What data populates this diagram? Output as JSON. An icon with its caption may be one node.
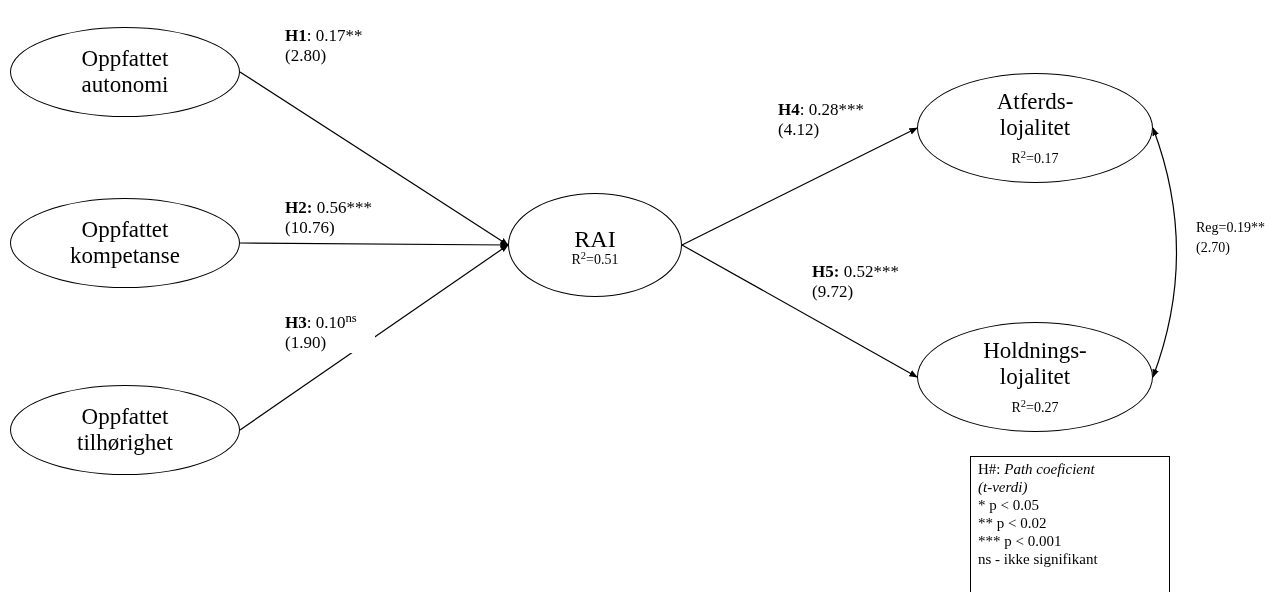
{
  "diagram": {
    "nodes": [
      {
        "text": [
          "Oppfattet autonomi"
        ]
      },
      {
        "text": [
          "Oppfattet kompetanse"
        ]
      },
      {
        "text": [
          "Oppfattet tilhørighet"
        ]
      },
      {
        "text": [
          "RAI",
          "R$^{2}$=0.51"
        ]
      },
      {
        "text": [
          "Atferds- lojalitet",
          "R$^{2}$=0.17"
        ]
      },
      {
        "text": [
          "Holdnings- lojalitet",
          "R$^{2}$=0.27"
        ]
      },
      {
        "text": [
          "H#: *Path coeficient (t-verdi)*",
          "* p < 0.05",
          "** p < 0.02",
          "*** p < 0.001",
          "ns - ikke signifikant"
        ]
      }
    ],
    "edges": [
      {
        "from": 0,
        "to": 3,
        "arrow": "to",
        "label": "**H1**: 0.17** (2.80)"
      },
      {
        "from": 1,
        "to": 3,
        "arrow": "to",
        "label": "**H2:** 0.56*** (10.76)"
      },
      {
        "from": 2,
        "to": 3,
        "arrow": "to",
        "label": "**H3**: 0.10$^{ns}$ (1.90)"
      },
      {
        "from": 3,
        "to": 4,
        "arrow": "to",
        "label": "**H4**: 0.28*** (4.12)"
      },
      {
        "from": 3,
        "to": 5,
        "arrow": "to",
        "label": "**H5:** 0.52*** (9.72)"
      },
      {
        "from": 4,
        "to": 5,
        "arrow": "both",
        "label": "Reg=0.19** (2.70)"
      }
    ]
  }
}
